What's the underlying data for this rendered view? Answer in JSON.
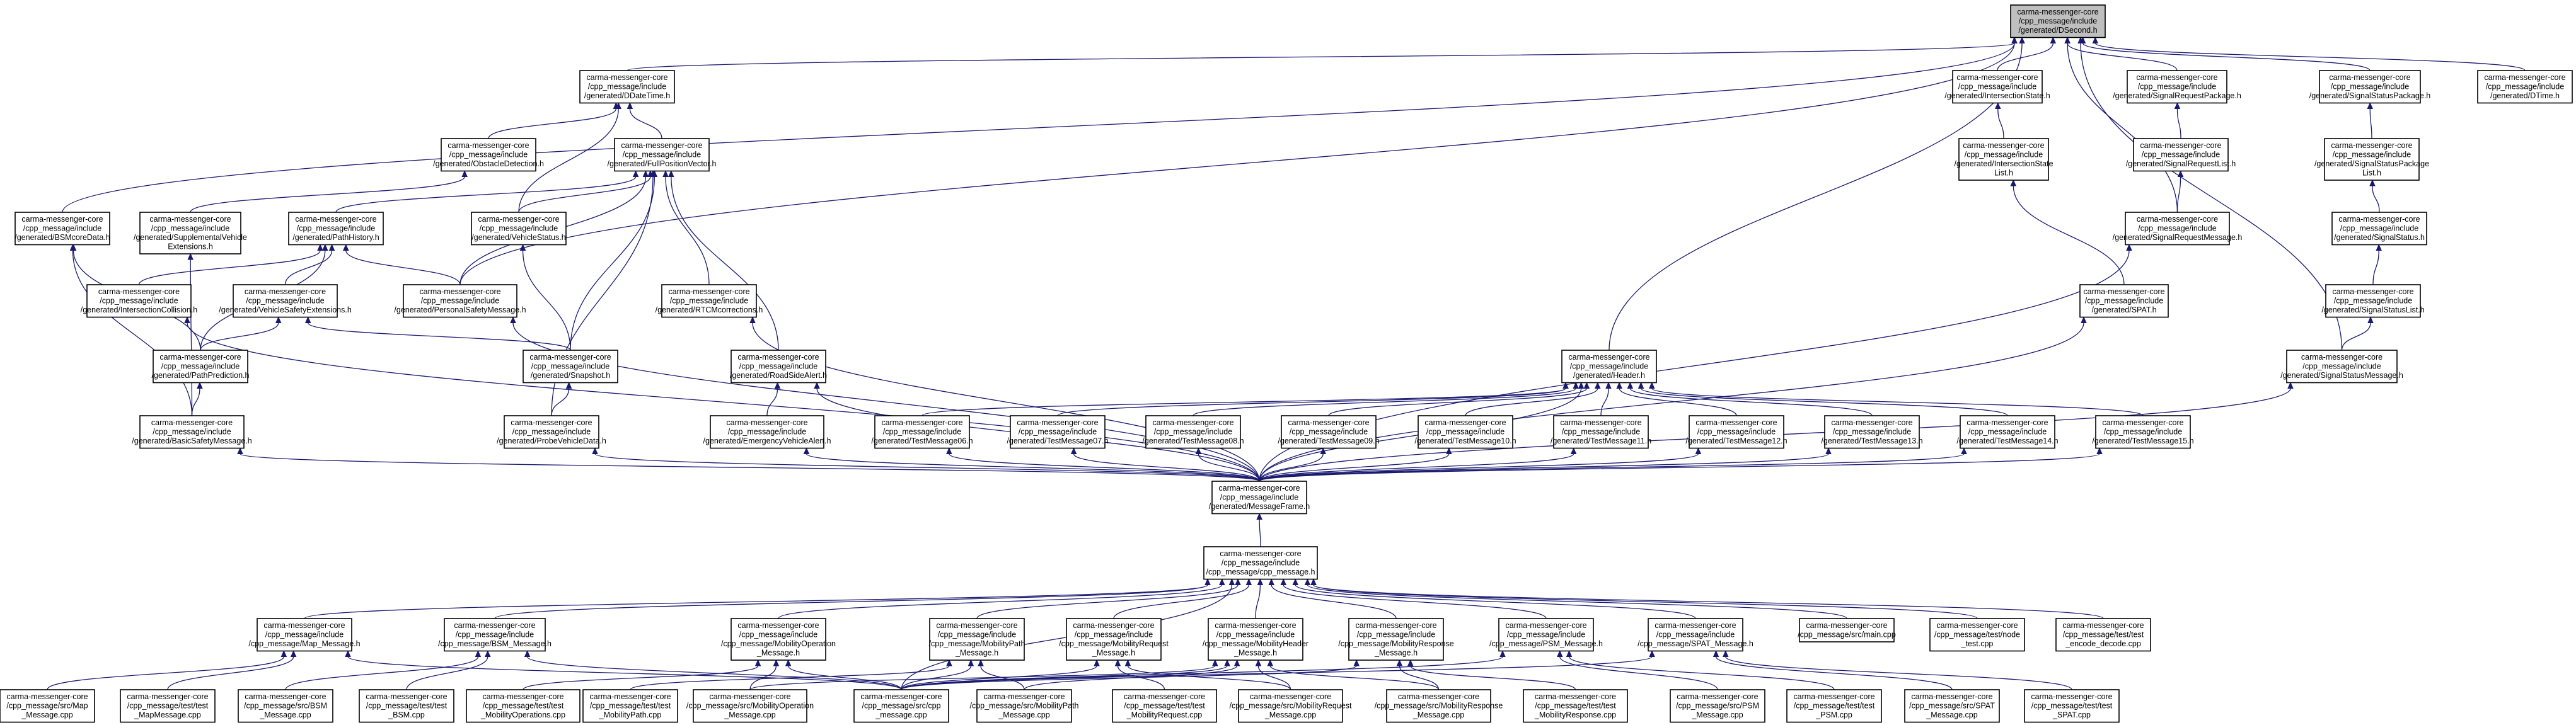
{
  "nodes": [
    {
      "id": "ds",
      "lines": [
        "carma-messenger-core",
        "/cpp_message/include",
        "/generated/DSecond.h"
      ],
      "root": true
    },
    {
      "id": "ddt",
      "lines": [
        "carma-messenger-core",
        "/cpp_message/include",
        "/generated/DDateTime.h"
      ]
    },
    {
      "id": "ist",
      "lines": [
        "carma-messenger-core",
        "/cpp_message/include",
        "/generated/IntersectionState.h"
      ]
    },
    {
      "id": "srp",
      "lines": [
        "carma-messenger-core",
        "/cpp_message/include",
        "/generated/SignalRequestPackage.h"
      ]
    },
    {
      "id": "ssp",
      "lines": [
        "carma-messenger-core",
        "/cpp_message/include",
        "/generated/SignalStatusPackage.h"
      ]
    },
    {
      "id": "dtime",
      "lines": [
        "carma-messenger-core",
        "/cpp_message/include",
        "/generated/DTime.h"
      ]
    },
    {
      "id": "obs",
      "lines": [
        "carma-messenger-core",
        "/cpp_message/include",
        "/generated/ObstacleDetection.h"
      ]
    },
    {
      "id": "fpv",
      "lines": [
        "carma-messenger-core",
        "/cpp_message/include",
        "/generated/FullPositionVector.h"
      ]
    },
    {
      "id": "istl",
      "lines": [
        "carma-messenger-core",
        "/cpp_message/include",
        "/generated/IntersectionState",
        "List.h"
      ]
    },
    {
      "id": "srl",
      "lines": [
        "carma-messenger-core",
        "/cpp_message/include",
        "/generated/SignalRequestList.h"
      ]
    },
    {
      "id": "sspl",
      "lines": [
        "carma-messenger-core",
        "/cpp_message/include",
        "/generated/SignalStatusPackage",
        "List.h"
      ]
    },
    {
      "id": "bsmcore",
      "lines": [
        "carma-messenger-core",
        "/cpp_message/include",
        "/generated/BSMcoreData.h"
      ]
    },
    {
      "id": "suppl",
      "lines": [
        "carma-messenger-core",
        "/cpp_message/include",
        "/generated/SupplementalVehicle",
        "Extensions.h"
      ]
    },
    {
      "id": "ph",
      "lines": [
        "carma-messenger-core",
        "/cpp_message/include",
        "/generated/PathHistory.h"
      ]
    },
    {
      "id": "vs",
      "lines": [
        "carma-messenger-core",
        "/cpp_message/include",
        "/generated/VehicleStatus.h"
      ]
    },
    {
      "id": "srm",
      "lines": [
        "carma-messenger-core",
        "/cpp_message/include",
        "/generated/SignalRequestMessage.h"
      ]
    },
    {
      "id": "sigst",
      "lines": [
        "carma-messenger-core",
        "/cpp_message/include",
        "/generated/SignalStatus.h"
      ]
    },
    {
      "id": "ic",
      "lines": [
        "carma-messenger-core",
        "/cpp_message/include",
        "/generated/IntersectionCollision.h"
      ]
    },
    {
      "id": "vse",
      "lines": [
        "carma-messenger-core",
        "/cpp_message/include",
        "/generated/VehicleSafetyExtensions.h"
      ]
    },
    {
      "id": "psm",
      "lines": [
        "carma-messenger-core",
        "/cpp_message/include",
        "/generated/PersonalSafetyMessage.h"
      ]
    },
    {
      "id": "rtcm",
      "lines": [
        "carma-messenger-core",
        "/cpp_message/include",
        "/generated/RTCMcorrections.h"
      ]
    },
    {
      "id": "spat",
      "lines": [
        "carma-messenger-core",
        "/cpp_message/include",
        "/generated/SPAT.h"
      ]
    },
    {
      "id": "ssl",
      "lines": [
        "carma-messenger-core",
        "/cpp_message/include",
        "/generated/SignalStatusList.h"
      ]
    },
    {
      "id": "hdr",
      "lines": [
        "carma-messenger-core",
        "/cpp_message/include",
        "/generated/Header.h"
      ]
    },
    {
      "id": "ssm",
      "lines": [
        "carma-messenger-core",
        "/cpp_message/include",
        "/generated/SignalStatusMessage.h"
      ]
    },
    {
      "id": "pic",
      "lines": [
        "carma-messenger-core",
        "/cpp_message/include",
        "/generated/PathPrediction.h"
      ]
    },
    {
      "id": "snap",
      "lines": [
        "carma-messenger-core",
        "/cpp_message/include",
        "/generated/Snapshot.h"
      ]
    },
    {
      "id": "rsa",
      "lines": [
        "carma-messenger-core",
        "/cpp_message/include",
        "/generated/RoadSideAlert.h"
      ]
    },
    {
      "id": "bsm",
      "lines": [
        "carma-messenger-core",
        "/cpp_message/include",
        "/generated/BasicSafetyMessage.h"
      ]
    },
    {
      "id": "pvd",
      "lines": [
        "carma-messenger-core",
        "/cpp_message/include",
        "/generated/ProbeVehicleData.h"
      ]
    },
    {
      "id": "eva",
      "lines": [
        "carma-messenger-core",
        "/cpp_message/include",
        "/generated/EmergencyVehicleAlert.h"
      ]
    },
    {
      "id": "t06",
      "lines": [
        "carma-messenger-core",
        "/cpp_message/include",
        "/generated/TestMessage06.h"
      ]
    },
    {
      "id": "t07",
      "lines": [
        "carma-messenger-core",
        "/cpp_message/include",
        "/generated/TestMessage07.h"
      ]
    },
    {
      "id": "t08",
      "lines": [
        "carma-messenger-core",
        "/cpp_message/include",
        "/generated/TestMessage08.h"
      ]
    },
    {
      "id": "t09",
      "lines": [
        "carma-messenger-core",
        "/cpp_message/include",
        "/generated/TestMessage09.h"
      ]
    },
    {
      "id": "t10",
      "lines": [
        "carma-messenger-core",
        "/cpp_message/include",
        "/generated/TestMessage10.h"
      ]
    },
    {
      "id": "t11",
      "lines": [
        "carma-messenger-core",
        "/cpp_message/include",
        "/generated/TestMessage11.h"
      ]
    },
    {
      "id": "t12",
      "lines": [
        "carma-messenger-core",
        "/cpp_message/include",
        "/generated/TestMessage12.h"
      ]
    },
    {
      "id": "t13",
      "lines": [
        "carma-messenger-core",
        "/cpp_message/include",
        "/generated/TestMessage13.h"
      ]
    },
    {
      "id": "t14",
      "lines": [
        "carma-messenger-core",
        "/cpp_message/include",
        "/generated/TestMessage14.h"
      ]
    },
    {
      "id": "t15",
      "lines": [
        "carma-messenger-core",
        "/cpp_message/include",
        "/generated/TestMessage15.h"
      ]
    },
    {
      "id": "mf",
      "lines": [
        "carma-messenger-core",
        "/cpp_message/include",
        "/generated/MessageFrame.h"
      ]
    },
    {
      "id": "cpph",
      "lines": [
        "carma-messenger-core",
        "/cpp_message/include",
        "/cpp_message/cpp_message.h"
      ]
    },
    {
      "id": "maph",
      "lines": [
        "carma-messenger-core",
        "/cpp_message/include",
        "/cpp_message/Map_Message.h"
      ]
    },
    {
      "id": "bsmh",
      "lines": [
        "carma-messenger-core",
        "/cpp_message/include",
        "/cpp_message/BSM_Message.h"
      ]
    },
    {
      "id": "moph",
      "lines": [
        "carma-messenger-core",
        "/cpp_message/include",
        "/cpp_message/MobilityOperation",
        "_Message.h"
      ]
    },
    {
      "id": "mpath",
      "lines": [
        "carma-messenger-core",
        "/cpp_message/include",
        "/cpp_message/MobilityPath",
        "_Message.h"
      ]
    },
    {
      "id": "mreq",
      "lines": [
        "carma-messenger-core",
        "/cpp_message/include",
        "/cpp_message/MobilityRequest",
        "_Message.h"
      ]
    },
    {
      "id": "mhdr",
      "lines": [
        "carma-messenger-core",
        "/cpp_message/include",
        "/cpp_message/MobilityHeader",
        "_Message.h"
      ]
    },
    {
      "id": "mresp",
      "lines": [
        "carma-messenger-core",
        "/cpp_message/include",
        "/cpp_message/MobilityResponse",
        "_Message.h"
      ]
    },
    {
      "id": "psmh",
      "lines": [
        "carma-messenger-core",
        "/cpp_message/include",
        "/cpp_message/PSM_Message.h"
      ]
    },
    {
      "id": "spath",
      "lines": [
        "carma-messenger-core",
        "/cpp_message/include",
        "/cpp_message/SPAT_Message.h"
      ]
    },
    {
      "id": "maincpp",
      "lines": [
        "carma-messenger-core",
        "/cpp_message/src/main.cpp"
      ]
    },
    {
      "id": "tnode",
      "lines": [
        "carma-messenger-core",
        "/cpp_message/test/node",
        "_test.cpp"
      ]
    },
    {
      "id": "tenc",
      "lines": [
        "carma-messenger-core",
        "/cpp_message/test/test",
        "_encode_decode.cpp"
      ]
    },
    {
      "id": "mapcpp",
      "lines": [
        "carma-messenger-core",
        "/cpp_message/src/Map",
        "_Message.cpp"
      ]
    },
    {
      "id": "tmap",
      "lines": [
        "carma-messenger-core",
        "/cpp_message/test/test",
        "_MapMessage.cpp"
      ]
    },
    {
      "id": "bsmcpp",
      "lines": [
        "carma-messenger-core",
        "/cpp_message/src/BSM",
        "_Message.cpp"
      ]
    },
    {
      "id": "tbsm",
      "lines": [
        "carma-messenger-core",
        "/cpp_message/test/test",
        "_BSM.cpp"
      ]
    },
    {
      "id": "tmop",
      "lines": [
        "carma-messenger-core",
        "/cpp_message/test/test",
        "_MobilityOperations.cpp"
      ]
    },
    {
      "id": "tmpath",
      "lines": [
        "carma-messenger-core",
        "/cpp_message/test/test",
        "_MobilityPath.cpp"
      ]
    },
    {
      "id": "mopcpp",
      "lines": [
        "carma-messenger-core",
        "/cpp_message/src/MobilityOperation",
        "_Message.cpp"
      ]
    },
    {
      "id": "cppcpp",
      "lines": [
        "carma-messenger-core",
        "/cpp_message/src/cpp",
        "_message.cpp"
      ]
    },
    {
      "id": "mpathcpp",
      "lines": [
        "carma-messenger-core",
        "/cpp_message/src/MobilityPath",
        "_Message.cpp"
      ]
    },
    {
      "id": "tmreq",
      "lines": [
        "carma-messenger-core",
        "/cpp_message/test/test",
        "_MobilityRequest.cpp"
      ]
    },
    {
      "id": "mreqcpp",
      "lines": [
        "carma-messenger-core",
        "/cpp_message/src/MobilityRequest",
        "_Message.cpp"
      ]
    },
    {
      "id": "mrespcpp",
      "lines": [
        "carma-messenger-core",
        "/cpp_message/src/MobilityResponse",
        "_Message.cpp"
      ]
    },
    {
      "id": "tmresp",
      "lines": [
        "carma-messenger-core",
        "/cpp_message/test/test",
        "_MobilityResponse.cpp"
      ]
    },
    {
      "id": "psmcpp",
      "lines": [
        "carma-messenger-core",
        "/cpp_message/src/PSM",
        "_Message.cpp"
      ]
    },
    {
      "id": "tpsm",
      "lines": [
        "carma-messenger-core",
        "/cpp_message/test/test",
        "_PSM.cpp"
      ]
    },
    {
      "id": "spatcpp",
      "lines": [
        "carma-messenger-core",
        "/cpp_message/src/SPAT",
        "_Message.cpp"
      ]
    },
    {
      "id": "tspat",
      "lines": [
        "carma-messenger-core",
        "/cpp_message/test/test",
        "_SPAT.cpp"
      ]
    }
  ],
  "edges": [
    [
      "ddt",
      "ds"
    ],
    [
      "ist",
      "ds"
    ],
    [
      "srp",
      "ds"
    ],
    [
      "ssp",
      "ds"
    ],
    [
      "dtime",
      "ds"
    ],
    [
      "bsmcore",
      "ds"
    ],
    [
      "psm",
      "ds"
    ],
    [
      "hdr",
      "ds"
    ],
    [
      "srm",
      "ds"
    ],
    [
      "ssm",
      "ds"
    ],
    [
      "obs",
      "ddt"
    ],
    [
      "fpv",
      "ddt"
    ],
    [
      "vs",
      "ddt"
    ],
    [
      "istl",
      "ist"
    ],
    [
      "spat",
      "istl"
    ],
    [
      "srl",
      "srp"
    ],
    [
      "srm",
      "srl"
    ],
    [
      "sspl",
      "ssp"
    ],
    [
      "sigst",
      "sspl"
    ],
    [
      "ssl",
      "sigst"
    ],
    [
      "ssm",
      "ssl"
    ],
    [
      "suppl",
      "obs"
    ],
    [
      "ph",
      "fpv"
    ],
    [
      "vs",
      "fpv"
    ],
    [
      "snap",
      "fpv"
    ],
    [
      "rtcm",
      "fpv"
    ],
    [
      "rsa",
      "fpv"
    ],
    [
      "pvd",
      "fpv"
    ],
    [
      "psm",
      "fpv"
    ],
    [
      "ic",
      "ph"
    ],
    [
      "pic",
      "ph"
    ],
    [
      "vse",
      "ph"
    ],
    [
      "psm",
      "ph"
    ],
    [
      "snap",
      "vs"
    ],
    [
      "pic",
      "vse"
    ],
    [
      "snap",
      "vse"
    ],
    [
      "bsm",
      "bsmcore"
    ],
    [
      "pic",
      "bsmcore"
    ],
    [
      "bsm",
      "suppl"
    ],
    [
      "bsm",
      "pic"
    ],
    [
      "pvd",
      "snap"
    ],
    [
      "eva",
      "rsa"
    ],
    [
      "t06",
      "hdr"
    ],
    [
      "t07",
      "hdr"
    ],
    [
      "t08",
      "hdr"
    ],
    [
      "t09",
      "hdr"
    ],
    [
      "t10",
      "hdr"
    ],
    [
      "t11",
      "hdr"
    ],
    [
      "t12",
      "hdr"
    ],
    [
      "t13",
      "hdr"
    ],
    [
      "t14",
      "hdr"
    ],
    [
      "t15",
      "hdr"
    ],
    [
      "mf",
      "hdr"
    ],
    [
      "mf",
      "ic"
    ],
    [
      "mf",
      "bsm"
    ],
    [
      "mf",
      "psm"
    ],
    [
      "mf",
      "rtcm"
    ],
    [
      "mf",
      "pvd"
    ],
    [
      "mf",
      "eva"
    ],
    [
      "mf",
      "rsa"
    ],
    [
      "mf",
      "spat"
    ],
    [
      "mf",
      "srm"
    ],
    [
      "mf",
      "ssm"
    ],
    [
      "mf",
      "t06"
    ],
    [
      "mf",
      "t07"
    ],
    [
      "mf",
      "t08"
    ],
    [
      "mf",
      "t09"
    ],
    [
      "mf",
      "t10"
    ],
    [
      "mf",
      "t11"
    ],
    [
      "mf",
      "t12"
    ],
    [
      "mf",
      "t13"
    ],
    [
      "mf",
      "t14"
    ],
    [
      "mf",
      "t15"
    ],
    [
      "cpph",
      "mf"
    ],
    [
      "maph",
      "cpph"
    ],
    [
      "bsmh",
      "cpph"
    ],
    [
      "moph",
      "cpph"
    ],
    [
      "mpath",
      "cpph"
    ],
    [
      "mreq",
      "cpph"
    ],
    [
      "mhdr",
      "cpph"
    ],
    [
      "mresp",
      "cpph"
    ],
    [
      "psmh",
      "cpph"
    ],
    [
      "spath",
      "cpph"
    ],
    [
      "maincpp",
      "cpph"
    ],
    [
      "tnode",
      "cpph"
    ],
    [
      "tenc",
      "cpph"
    ],
    [
      "cppcpp",
      "cpph"
    ],
    [
      "mapcpp",
      "maph"
    ],
    [
      "tmap",
      "maph"
    ],
    [
      "cppcpp",
      "maph"
    ],
    [
      "bsmcpp",
      "bsmh"
    ],
    [
      "tbsm",
      "bsmh"
    ],
    [
      "cppcpp",
      "bsmh"
    ],
    [
      "tmop",
      "moph"
    ],
    [
      "mopcpp",
      "moph"
    ],
    [
      "cppcpp",
      "moph"
    ],
    [
      "tmpath",
      "mpath"
    ],
    [
      "mpathcpp",
      "mpath"
    ],
    [
      "cppcpp",
      "mpath"
    ],
    [
      "tmreq",
      "mreq"
    ],
    [
      "mreqcpp",
      "mreq"
    ],
    [
      "cppcpp",
      "mreq"
    ],
    [
      "mopcpp",
      "mhdr"
    ],
    [
      "mpathcpp",
      "mhdr"
    ],
    [
      "mreqcpp",
      "mhdr"
    ],
    [
      "mrespcpp",
      "mhdr"
    ],
    [
      "cppcpp",
      "mhdr"
    ],
    [
      "mrespcpp",
      "mresp"
    ],
    [
      "tmresp",
      "mresp"
    ],
    [
      "cppcpp",
      "mresp"
    ],
    [
      "psmcpp",
      "psmh"
    ],
    [
      "tpsm",
      "psmh"
    ],
    [
      "cppcpp",
      "psmh"
    ],
    [
      "spatcpp",
      "spath"
    ],
    [
      "tspat",
      "spath"
    ],
    [
      "cppcpp",
      "spath"
    ]
  ]
}
